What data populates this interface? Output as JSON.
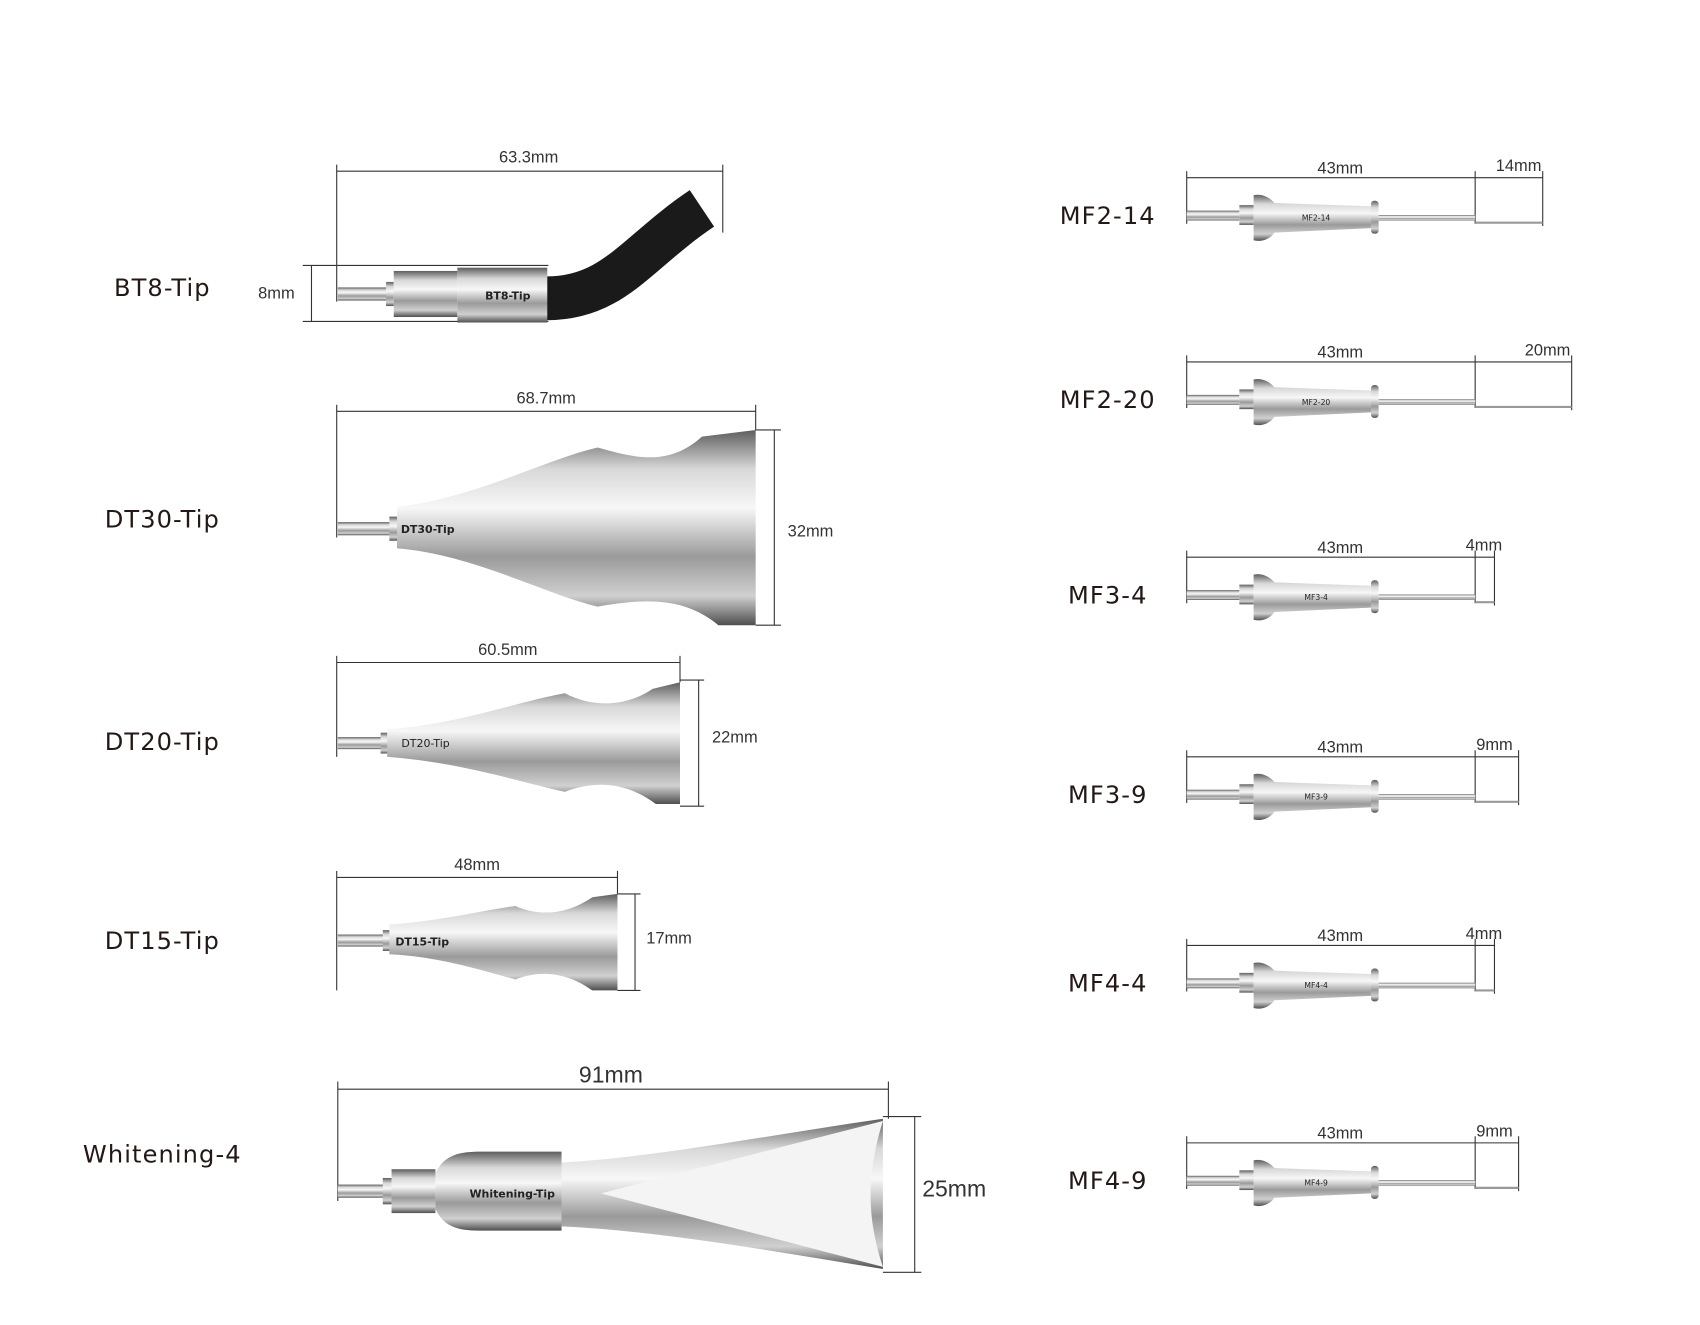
{
  "left_tips": [
    {
      "name": "BT8-Tip",
      "engraving": "BT8-Tip",
      "length": "63.3mm",
      "width": "8mm"
    },
    {
      "name": "DT30-Tip",
      "engraving": "DT30-Tip",
      "length": "68.7mm",
      "width": "32mm"
    },
    {
      "name": "DT20-Tip",
      "engraving": "DT20-Tip",
      "length": "60.5mm",
      "width": "22mm"
    },
    {
      "name": "DT15-Tip",
      "engraving": "DT15-Tip",
      "length": "48mm",
      "width": "17mm"
    },
    {
      "name": "Whitening-4",
      "engraving": "Whitening-Tip",
      "length": "91mm",
      "width": "25mm"
    }
  ],
  "right_tips": [
    {
      "name": "MF2-14",
      "engraving": "MF2-14",
      "length": "43mm",
      "extension": "14mm",
      "ext_mm": 14
    },
    {
      "name": "MF2-20",
      "engraving": "MF2-20",
      "length": "43mm",
      "extension": "20mm",
      "ext_mm": 20
    },
    {
      "name": "MF3-4",
      "engraving": "MF3-4",
      "length": "43mm",
      "extension": "4mm",
      "ext_mm": 4
    },
    {
      "name": "MF3-9",
      "engraving": "MF3-9",
      "length": "43mm",
      "extension": "9mm",
      "ext_mm": 9
    },
    {
      "name": "MF4-4",
      "engraving": "MF4-4",
      "length": "43mm",
      "extension": "4mm",
      "ext_mm": 4
    },
    {
      "name": "MF4-9",
      "engraving": "MF4-9",
      "length": "43mm",
      "extension": "9mm",
      "ext_mm": 9
    }
  ],
  "colors": {
    "metal_dark": "#5e5e5e",
    "metal_light": "#f4f4f4",
    "tube": "#1a1a1a",
    "text": "#231815"
  }
}
